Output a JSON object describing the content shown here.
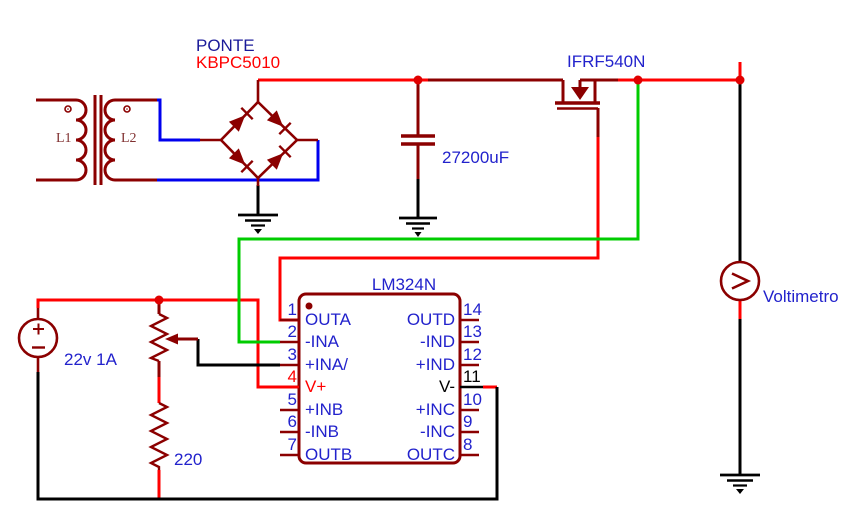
{
  "colors": {
    "wire_red": "#ff0000",
    "wire_green": "#00cc00",
    "wire_blue": "#0000ee",
    "wire_black": "#000000",
    "component_dark_red": "#8b0000",
    "label_blue": "#2222cc",
    "label_navy": "#1a1a99",
    "label_red": "#ff0000",
    "junction_dot": "#e00000"
  },
  "components": {
    "transformer": {
      "primary_label": "L1",
      "secondary_label": "L2"
    },
    "bridge": {
      "ref": "PONTE",
      "part": "KBPC5010"
    },
    "capacitor": {
      "value": "27200uF"
    },
    "mosfet": {
      "part": "IFRF540N"
    },
    "opamp": {
      "part": "LM324N",
      "left_pins": [
        {
          "number": "1",
          "label": "OUTA",
          "color": "blue"
        },
        {
          "number": "2",
          "label": "-INA",
          "color": "blue"
        },
        {
          "number": "3",
          "label": "+INA/",
          "color": "blue"
        },
        {
          "number": "4",
          "label": "V+",
          "color": "red"
        },
        {
          "number": "5",
          "label": "+INB",
          "color": "blue"
        },
        {
          "number": "6",
          "label": "-INB",
          "color": "blue"
        },
        {
          "number": "7",
          "label": "OUTB",
          "color": "blue"
        }
      ],
      "right_pins": [
        {
          "number": "14",
          "label": "OUTD",
          "color": "blue"
        },
        {
          "number": "13",
          "label": "-IND",
          "color": "blue"
        },
        {
          "number": "12",
          "label": "+IND",
          "color": "blue"
        },
        {
          "number": "11",
          "label": "V-",
          "color": "black"
        },
        {
          "number": "10",
          "label": "+INC",
          "color": "blue"
        },
        {
          "number": "9",
          "label": "-INC",
          "color": "blue"
        },
        {
          "number": "8",
          "label": "OUTC",
          "color": "blue"
        }
      ]
    },
    "dc_source": {
      "value": "22v 1A"
    },
    "resistor": {
      "value": "220"
    },
    "voltmeter": {
      "label": "Voltimetro"
    }
  }
}
